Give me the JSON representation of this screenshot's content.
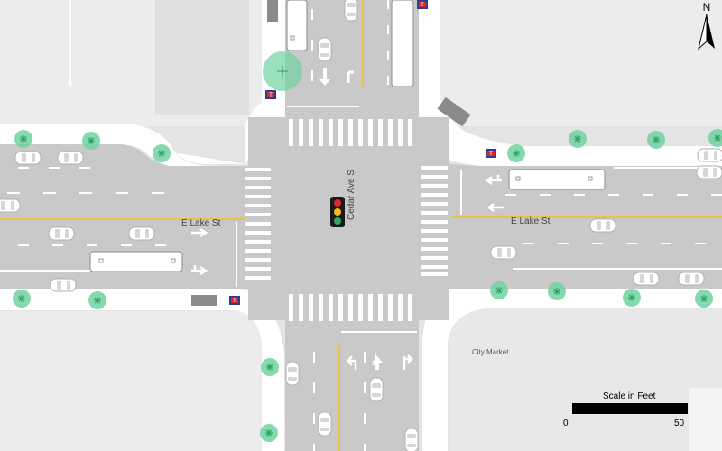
{
  "map": {
    "streets": {
      "east_west": "E Lake St",
      "north_south": "Cedar Ave S"
    },
    "places": {
      "southeast_block": "City Market"
    },
    "compass": {
      "letter": "N"
    },
    "scale": {
      "title": "Scale in Feet",
      "min": "0",
      "max": "50"
    },
    "signal": {
      "colors": [
        "#e0262a",
        "#f2b81c",
        "#33a85a"
      ]
    },
    "palette": {
      "road": "#c9c9c9",
      "sidewalk": "#ffffff",
      "block": "#e8e8e8",
      "center_line": "#e8c34a",
      "tree": "#4ec98c",
      "transit_sign": "#2c3e8f"
    }
  }
}
